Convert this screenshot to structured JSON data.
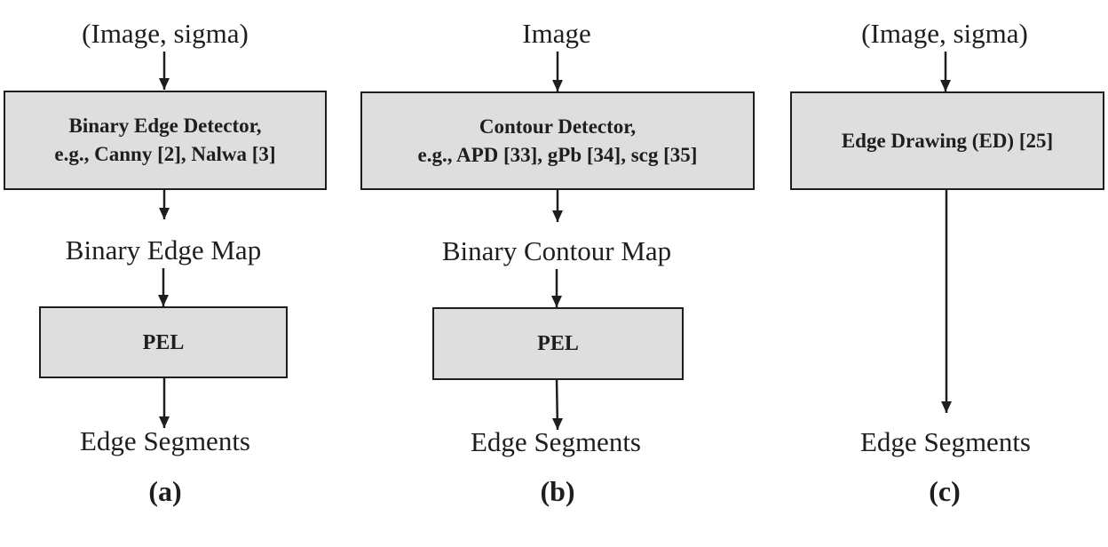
{
  "diagram": {
    "columns": [
      {
        "id": "a",
        "input": "(Image, sigma)",
        "detector_box": [
          "Binary Edge Detector,",
          "e.g., Canny [2], Nalwa [3]"
        ],
        "intermediate": "Binary Edge Map",
        "process_box": "PEL",
        "output": "Edge Segments",
        "sublabel": "(a)"
      },
      {
        "id": "b",
        "input": "Image",
        "detector_box": [
          "Contour Detector,",
          "e.g., APD [33], gPb [34], scg [35]"
        ],
        "intermediate": "Binary Contour Map",
        "process_box": "PEL",
        "output": "Edge Segments",
        "sublabel": "(b)"
      },
      {
        "id": "c",
        "input": "(Image, sigma)",
        "detector_box": [
          "Edge Drawing (ED) [25]"
        ],
        "output": "Edge Segments",
        "sublabel": "(c)"
      }
    ],
    "colors": {
      "box_fill": "#dedede",
      "stroke": "#1e1e1e",
      "text": "#1e1e1e"
    }
  }
}
